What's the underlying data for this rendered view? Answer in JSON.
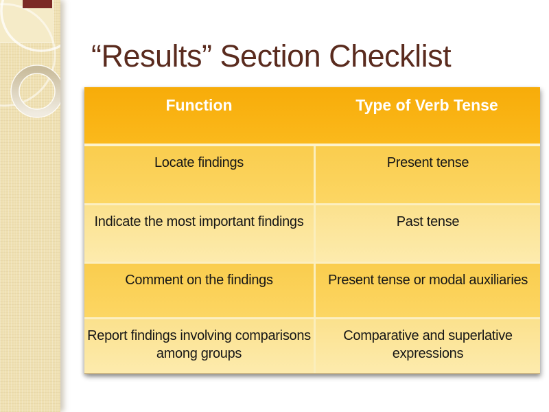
{
  "slide": {
    "title": "“Results” Section Checklist"
  },
  "table": {
    "headers": [
      "Function",
      "Type of Verb Tense"
    ],
    "rows": [
      {
        "function": "Locate findings",
        "tense": "Present tense"
      },
      {
        "function": "Indicate the most important findings",
        "tense": "Past tense"
      },
      {
        "function": "Comment on the findings",
        "tense": "Present tense or modal auxiliaries"
      },
      {
        "function": "Report findings involving comparisons\namong groups",
        "tense": "Comparative and superlative\nexpressions"
      }
    ]
  },
  "colors": {
    "header_bg": "#F9B213",
    "header_text": "#FFFFFF",
    "row_gold": "#FBD058",
    "row_cream": "#FCE59C",
    "cell_text": "#161616",
    "title_text": "#5A2B1E",
    "sidebar_tan": "#EFE0B2",
    "accent_bar": "#7B2A25"
  }
}
